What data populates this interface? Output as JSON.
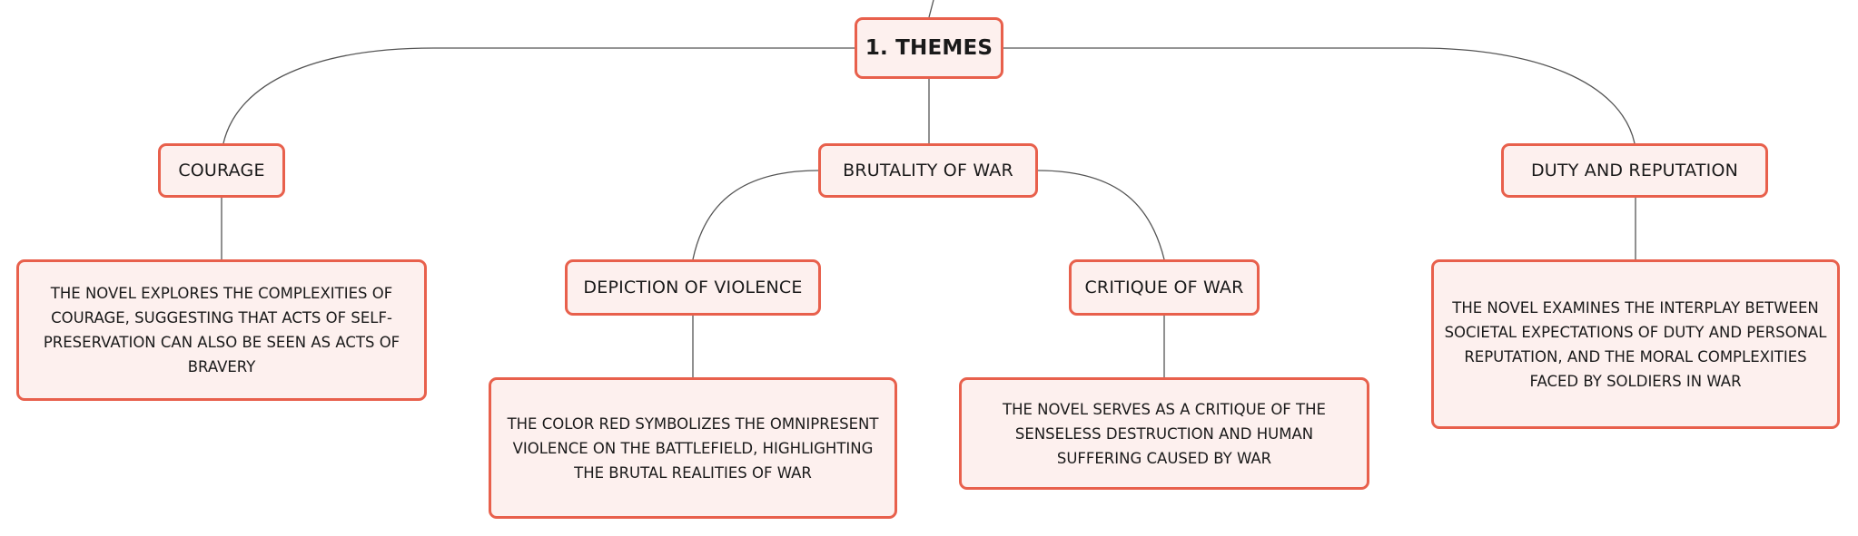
{
  "colors": {
    "node_border": "#e8604c",
    "node_fill": "#fdf0ee",
    "connector": "#555555"
  },
  "map": {
    "root": "1. THEMES",
    "topics": {
      "courage": {
        "label": "COURAGE",
        "description": "THE NOVEL EXPLORES THE COMPLEXITIES OF COURAGE, SUGGESTING THAT ACTS OF SELF-PRESERVATION CAN ALSO BE SEEN AS ACTS OF BRAVERY"
      },
      "brutality": {
        "label": "BRUTALITY OF WAR",
        "subtopics": {
          "depiction": {
            "label": "DEPICTION OF VIOLENCE",
            "description": "THE COLOR RED SYMBOLIZES THE OMNIPRESENT VIOLENCE ON THE BATTLEFIELD, HIGHLIGHTING THE BRUTAL REALITIES OF WAR"
          },
          "critique": {
            "label": "CRITIQUE OF WAR",
            "description": "THE NOVEL SERVES AS A CRITIQUE OF THE SENSELESS DESTRUCTION AND HUMAN SUFFERING CAUSED BY WAR"
          }
        }
      },
      "duty": {
        "label": "DUTY AND REPUTATION",
        "description": "THE NOVEL EXAMINES THE INTERPLAY BETWEEN SOCIETAL EXPECTATIONS OF DUTY AND PERSONAL REPUTATION, AND THE MORAL COMPLEXITIES FACED BY SOLDIERS IN WAR"
      }
    }
  }
}
